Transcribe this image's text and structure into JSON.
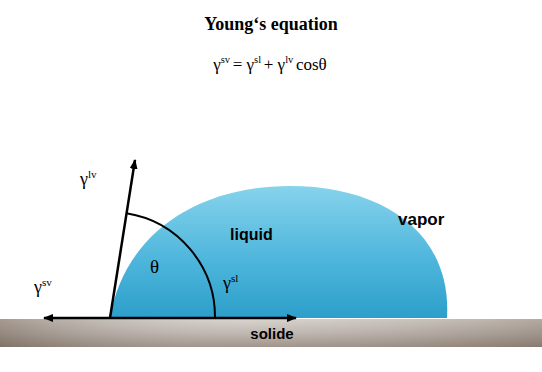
{
  "diagram": {
    "title": "Young‘s equation",
    "labels": [
      "γ",
      "sv",
      "= γ",
      "sl",
      "+ γ",
      "lv",
      "cosθ",
      "γ",
      "lv",
      "liquid",
      "vapor",
      "θ",
      "γ",
      "sv",
      "γ",
      "sl",
      "solide"
    ]
  }
}
